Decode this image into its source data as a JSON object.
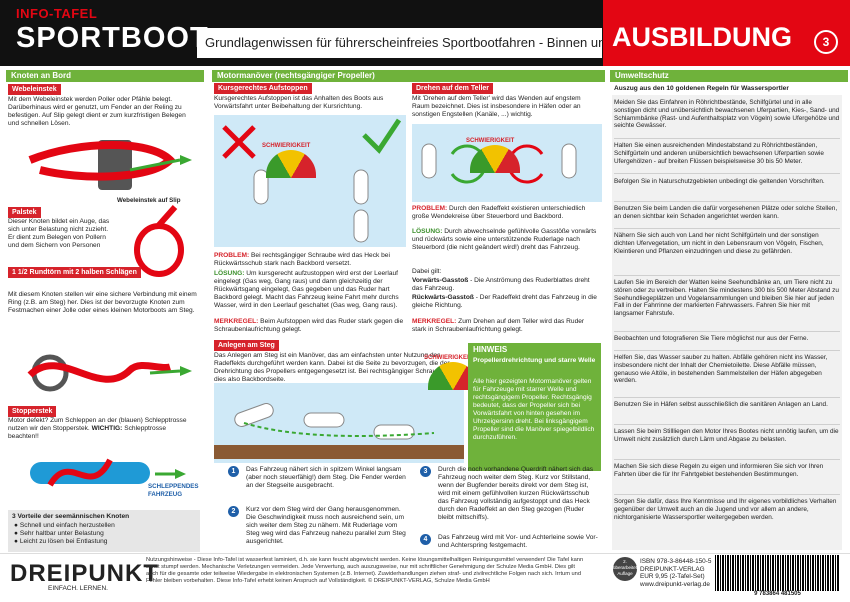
{
  "header": {
    "kicker": "INFO-TAFEL",
    "title": "SPORTBOOT",
    "subtitle": "Grundlagenwissen für führerscheinfreies Sportbootfahren - Binnen und See",
    "section": "AUSBILDUNG",
    "page_number": "3"
  },
  "col1": {
    "head": "Knoten an Bord",
    "webeleinstek": {
      "title": "Webeleinstek",
      "text": "Mit dem Webeleinstek werden Poller oder Pfähle belegt. Darüberhinaus wird er genutzt, um Fender an der Reling zu befestigen. Auf Slip gelegt dient er zum kurzfristigen Belegen und schnellen Lösen.",
      "caption": "Webeleinstek auf Slip"
    },
    "palstek": {
      "title": "Palstek",
      "text": "Dieser Knoten bildet ein Auge, das sich unter Belastung nicht zuzieht. Er dient zum Belegen von Pollern und dem Sichern von Personen"
    },
    "rundtoern": {
      "title": "1 1/2 Rundtörn mit 2 halben Schlägen",
      "text": "Mit diesem Knoten stellen wir eine sichere Verbindung mit einem Ring (z.B. am Steg) her. Dies ist der bevorzugte Knoten zum Festmachen einer Jolle oder eines kleinen Motorboots am Steg."
    },
    "stopperstek": {
      "title": "Stopperstek",
      "text": "Motor defekt? Zum Schleppen an der (blauen) Schlepptrosse nutzen wir den Stopperstek.",
      "warn": "WICHTIG:",
      "text2": "Schlepptrosse beachten!!",
      "caption": "SCHLEPPENDES FAHRZEUG"
    },
    "vorteile": {
      "title": "3 Vorteile der seemännischen Knoten",
      "items": [
        "Schnell und einfach herzustellen",
        "Sehr haltbar unter Belastung",
        "Leicht zu lösen bei Entlastung"
      ]
    }
  },
  "col2": {
    "head": "Motormanöver (rechtsgängiger Propeller)",
    "aufstoppen": {
      "title": "Kursgerechtes Aufstoppen",
      "text": "Kursgerechtes Aufstoppen ist das Anhalten des Boots aus Vorwärtsfahrt unter Beibehaltung der Kursrichtung.",
      "problem_label": "PROBLEM:",
      "problem": "Bei rechtsgängiger Schraube wird das Heck bei Rückwärtsschub stark nach Backbord versetzt.",
      "loesung_label": "LÖSUNG:",
      "loesung": "Um kursgerecht aufzustoppen wird erst der Leerlauf eingelegt (Gas weg, Gang raus) und dann gleichzeitig der Rückwärtsgang eingelegt, Gas gegeben und das Ruder hart Backbord gelegt. Macht das Fahrzeug keine Fahrt mehr durchs Wasser, wird in den Leerlauf geschaltet (Gas weg, Gang raus).",
      "merk_label": "MERKREGEL:",
      "merk": "Beim Aufstoppen wird das Ruder stark gegen die Schraubenlaufrichtung gelegt."
    },
    "teller": {
      "title": "Drehen auf dem Teller",
      "text": "Mit 'Drehen auf dem Teller' wird das Wenden auf engstem Raum bezeichnet. Dies ist insbesondere in Häfen oder an sonstigen Engstellen (Kanäle, ...) wichtig.",
      "problem_label": "PROBLEM:",
      "problem": "Durch den Radeffekt existieren unterschiedlich große Wendekreise über Steuerbord und Backbord.",
      "loesung_label": "LÖSUNG:",
      "loesung": "Durch abwechselnde gefühlvolle Gasstöße vorwärts und rückwärts sowie eine unterstützende Ruderlage nach Steuerbord (die nicht geändert wird!) dreht das Fahrzeug.",
      "dabei": "Dabei gilt:",
      "vorwaerts_label": "Vorwärts-Gasstoß",
      "vorwaerts": "- Die Anströmung des Ruderblattes dreht das Fahrzeug.",
      "rueck_label": "Rückwärts-Gasstoß",
      "rueck": "- Der Radeffekt dreht das Fahrzeug in die gleiche Richtung.",
      "merk_label": "MERKREGEL:",
      "merk": "Zum Drehen auf dem Teller wird das Ruder stark in Schraubenlaufrichtung gelegt."
    },
    "gauge_label": "SCHWIERIGKEIT",
    "anlegen": {
      "title": "Anlegen am Steg",
      "text": "Das Anlegen am Steg ist ein Manöver, das am einfachsten unter Nutzung des Radeffekts durchgeführt werden kann. Dabei ist die Seite zu bevorzugen, die der Drehrichtung des Propellers entgegengesetzt ist. Bei rechtsgängiger Schraube ist dies also Backbordseite."
    },
    "hinweis": {
      "title": "HINWEIS",
      "subtitle": "Propellerdrehrichtung und starre Welle",
      "text": "Alle hier gezeigten Motormanöver gelten für Fahrzeuge mit starrer Welle und rechtsgängigem Propeller. Rechtsgängig bedeutet, dass der Propeller sich bei Vorwärtsfahrt von hinten gesehen im Uhrzeigersinn dreht. Bei linksgängigem Propeller sind die Manöver spiegelbildlich durchzuführen."
    },
    "steps": [
      {
        "num": "1",
        "text": "Das Fahrzeug nähert sich in spitzem Winkel langsam (aber noch steuerfähig!) dem Steg. Die Fender werden an der Stegseite ausgebracht."
      },
      {
        "num": "2",
        "text": "Kurz vor dem Steg wird der Gang herausgenommen. Die Geschwindigkeit muss noch ausreichend sein, um sich weiter dem Steg zu nähern. Mit Ruderlage vom Steg weg wird das Fahrzeug nahezu parallel zum Steg ausgerichtet."
      },
      {
        "num": "3",
        "text": "Durch die noch vorhandene Querdrift nähert sich das Fahrzeug noch weiter dem Steg. Kurz vor Stillstand, wenn der Bugfender bereits direkt vor dem Steg ist, wird mit einem gefühlvollen kurzen Rückwärtsschub das Fahrzeug vollständig aufgestoppt und das Heck durch den Radeffekt an den Steg gezogen (Ruder bleibt mittschiffs)."
      },
      {
        "num": "4",
        "text": "Das Fahrzeug wird mit Vor- und Achterleine sowie Vor- und Achterspring festgemacht."
      }
    ]
  },
  "col3": {
    "head": "Umweltschutz",
    "intro": "Auszug aus den 10 goldenen Regeln für Wassersportler",
    "rules": [
      "Meiden Sie das Einfahren in Röhrichtbestände, Schilfgürtel und in alle sonstigen dicht und unübersichtlich bewachsenen Uferpartien, Kies-, Sand- und Schlammbänke (Rast- und Aufenthaltsplatz von Vögeln) sowie Ufergehölze und seichte Gewässer.",
      "Halten Sie einen ausreichenden Mindestabstand zu Röhrichtbeständen, Schilfgürteln und anderen unübersichtlich bewachsenen Uferpartien sowie Ufergehölzen - auf breiten Flüssen beispielsweise 30 bis 50 Meter.",
      "Befolgen Sie in Naturschutzgebieten unbedingt die geltenden Vorschriften.",
      "Benutzen Sie beim Landen die dafür vorgesehenen Plätze oder solche Stellen, an denen sichtbar kein Schaden angerichtet werden kann.",
      "Nähern Sie sich auch von Land her nicht Schilfgürteln und der sonstigen dichten Ufervegetation, um nicht in den Lebensraum von Vögeln, Fischen, Kleintieren und Pflanzen einzudringen und diese zu gefährden.",
      "Laufen Sie im Bereich der Watten keine Seehundbänke an, um Tiere nicht zu stören oder zu vertreiben. Halten Sie mindestens 300 bis 500 Meter Abstand zu Seehundliegeplätzen und Vogelansammlungen und bleiben Sie hier auf jeden Fall in der Fahrrinne der markierten Fahrwassers. Fahren Sie hier mit langsamer Fahrstufe.",
      "Beobachten und fotografieren Sie Tiere möglichst nur aus der Ferne.",
      "Helfen Sie, das Wasser sauber zu halten. Abfälle gehören nicht ins Wasser, insbesondere nicht der Inhalt der Chemietoilette. Diese Abfälle müssen, genauso wie Altöle, in bestehenden Sammelstellen der Häfen abgegeben werden.",
      "Benutzen Sie in Häfen selbst ausschließlich die sanitären Anlagen an Land.",
      "Lassen Sie beim Stillliegen den Motor Ihres Bootes nicht unnötig laufen, um die Umwelt nicht zusätzlich durch Lärm und Abgase zu belasten.",
      "Machen Sie sich diese Regeln zu eigen und informieren Sie sich vor Ihren Fahrten über die für Ihr Fahrtgebiet bestehenden Bestimmungen.",
      "Sorgen Sie dafür, dass Ihre Kenntnisse und Ihr eigenes vorbildliches Verhalten gegenüber der Umwelt auch an die Jugend und vor allem an andere, nichtorganisierte Wassersportler weitergegeben werden."
    ]
  },
  "footer": {
    "logo": "DREIPUNKT",
    "logo_sub": "EINFACH. LERNEN.",
    "text": "Nutzungshinweise - Diese Info-Tafel ist wasserfest laminiert, d.h. sie kann feucht abgewischt werden. Keine lösungsmittelhaltigen Reinigungsmittel verwenden! Die Tafel kann sonst stumpf werden. Mechanische Verletzungen vermeiden. Jede Verwertung, auch auszugsweise, nur mit schriftlicher Genehmigung der Schulze Media GmbH. Dies gilt auch für die gesamte oder teilweise Wiedergabe in elektronischen Systemen (z.B. Internet). Zuwiderhandlungen ziehen straf- und zivilrechtliche Folgen nach sich. Irrtum und Fehler bleiben vorbehalten. Diese Info-Tafel erhebt keinen Anspruch auf Vollständigkeit. © DREIPUNKT-VERLAG, Schulze Media GmbH",
    "badge": "2. überarbeitete Auflage",
    "isbn": [
      "ISBN 978-3-86448-150-5",
      "DREIPUNKT-VERLAG",
      "EUR 9,95 (2-Tafel-Set)",
      "www.dreipunkt-verlag.de"
    ],
    "barcode_number": "9 783864 481505"
  }
}
